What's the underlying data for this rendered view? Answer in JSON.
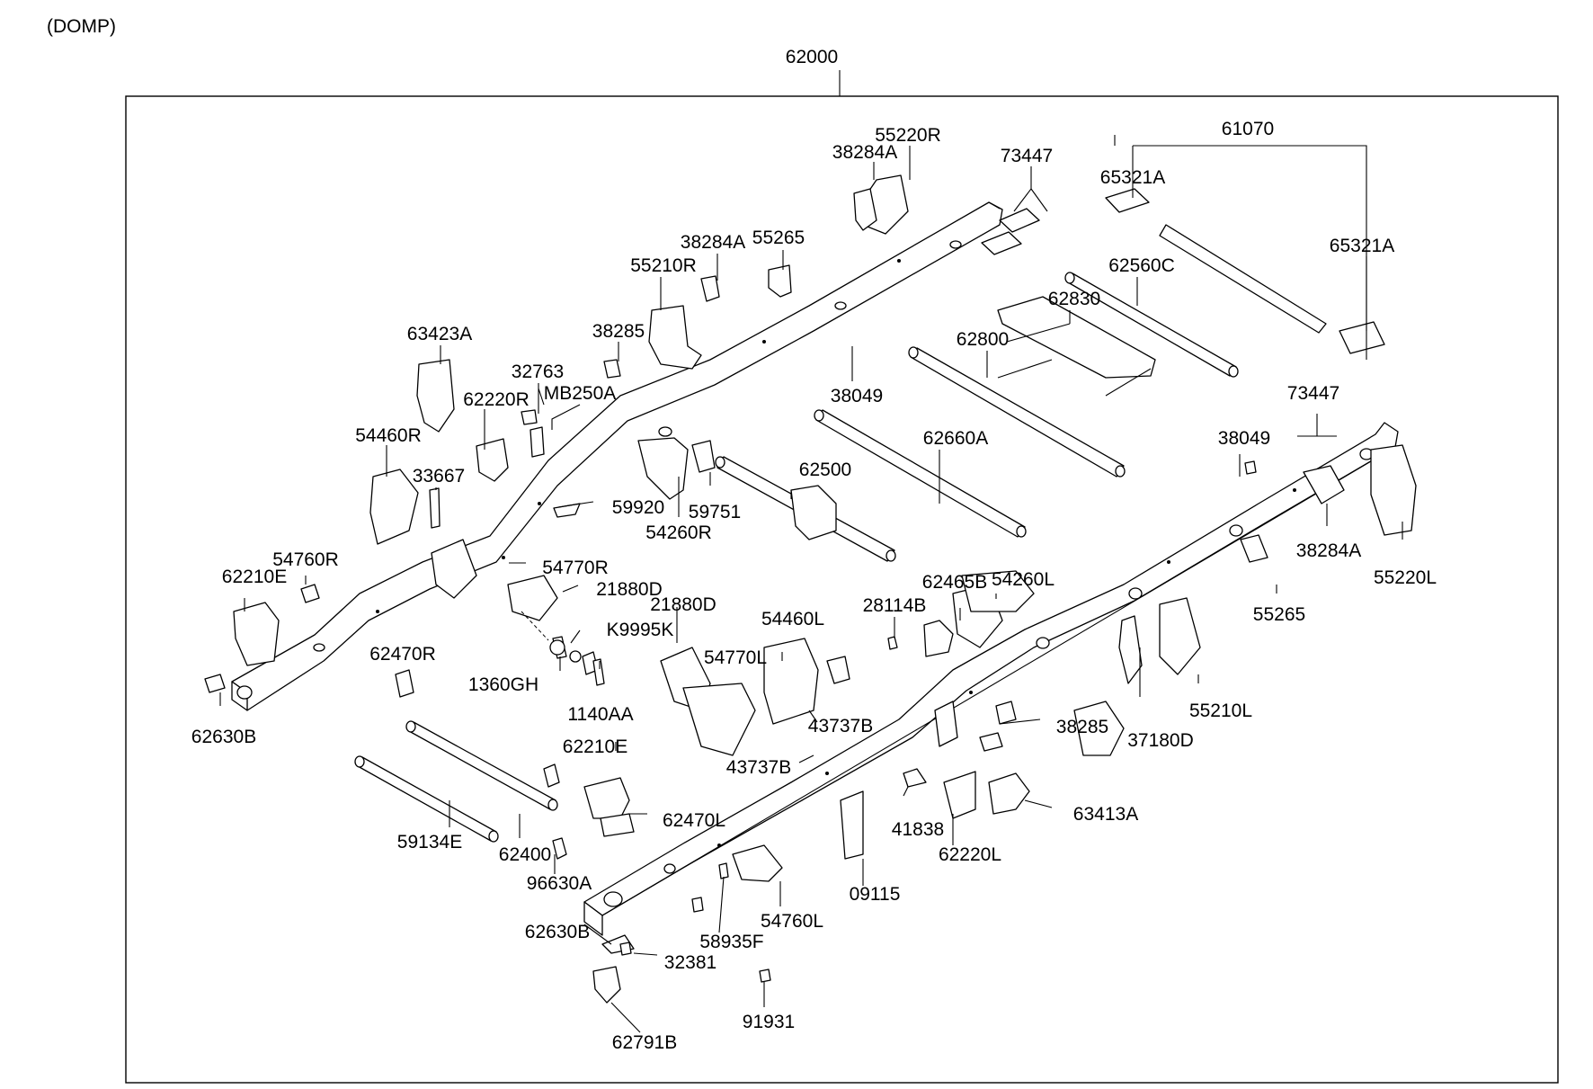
{
  "diagram": {
    "header_label": "(DOMP)",
    "assembly_label": "62000",
    "callouts": {
      "c61070": "61070",
      "c65321A_1": "65321A",
      "c65321A_2": "65321A",
      "c55220R": "55220R",
      "c38284A_1": "38284A",
      "c73447_1": "73447",
      "c38284A_2": "38284A",
      "c55265_1": "55265",
      "c55210R": "55210R",
      "c62560C": "62560C",
      "c62830": "62830",
      "c63423A": "63423A",
      "c38285_1": "38285",
      "c62800": "62800",
      "c32763": "32763",
      "cMB250A": "MB250A",
      "c38049_1": "38049",
      "c73447_2": "73447",
      "c62220R": "62220R",
      "c54460R": "54460R",
      "c33667": "33667",
      "c62660A": "62660A",
      "c38049_2": "38049",
      "c62500": "62500",
      "c59920": "59920",
      "c59751": "59751",
      "c54260R": "54260R",
      "c38284A_3": "38284A",
      "c55220L": "55220L",
      "c54760R": "54760R",
      "c62210E_1": "62210E",
      "c54770R": "54770R",
      "c21880D_1": "21880D",
      "c21880D_2": "21880D",
      "c62465B": "62465B",
      "c54260L": "54260L",
      "c55265_2": "55265",
      "c28114B": "28114B",
      "c54460L": "54460L",
      "cK9995K": "K9995K",
      "c62470R": "62470R",
      "c54770L": "54770L",
      "c1360GH": "1360GH",
      "c1140AA": "1140AA",
      "c55210L": "55210L",
      "c62630B_1": "62630B",
      "c38285_2": "38285",
      "c37180D": "37180D",
      "c43737B_1": "43737B",
      "c62210E_2": "62210E",
      "c43737B_2": "43737B",
      "c63413A": "63413A",
      "c62470L": "62470L",
      "c41838": "41838",
      "c59134E": "59134E",
      "c62400": "62400",
      "c62220L": "62220L",
      "c96630A": "96630A",
      "c09115": "09115",
      "c54760L": "54760L",
      "c62630B_2": "62630B",
      "c58935F": "58935F",
      "c32381": "32381",
      "c91931": "91931",
      "c62791B": "62791B"
    }
  }
}
